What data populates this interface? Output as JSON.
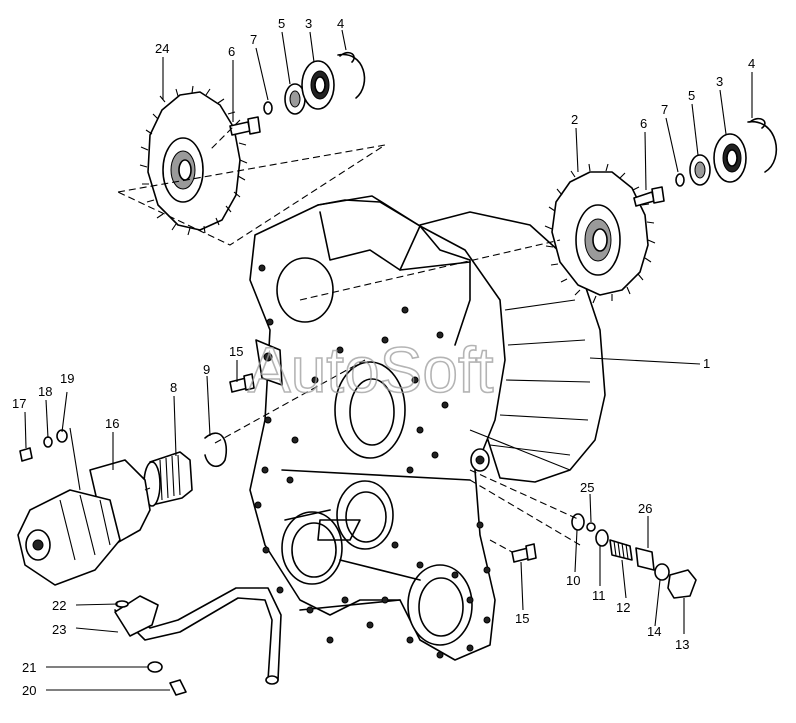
{
  "watermark": "AutoSoft",
  "callouts": [
    "24",
    "6",
    "7",
    "5",
    "3",
    "4",
    "2",
    "6",
    "7",
    "5",
    "3",
    "4",
    "1",
    "15",
    "9",
    "8",
    "16",
    "19",
    "18",
    "17",
    "22",
    "23",
    "21",
    "20",
    "25",
    "26",
    "10",
    "11",
    "12",
    "14",
    "13",
    "15"
  ]
}
